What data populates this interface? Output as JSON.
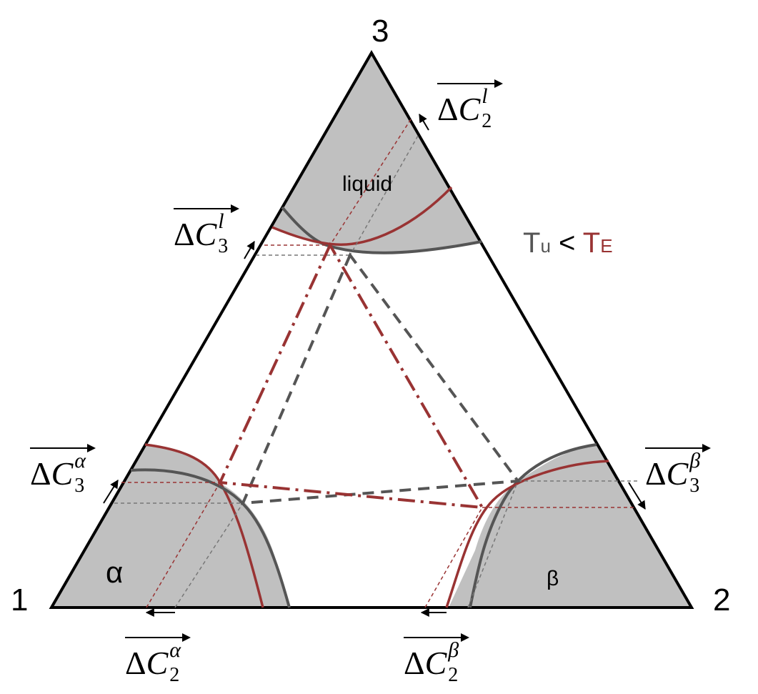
{
  "diagram": {
    "vertices": {
      "v1": "1",
      "v2": "2",
      "v3": "3"
    },
    "phases": {
      "liquid": "liquid",
      "alpha": "α",
      "beta": "β"
    },
    "legend": {
      "t_u": "T",
      "t_u_sub": "u",
      "lt": " < ",
      "t_e": "T",
      "t_e_sub": "E"
    },
    "vectors": {
      "dc2_l": {
        "sym": "Δ",
        "c": "C",
        "sup": "l",
        "sub": "2"
      },
      "dc3_l": {
        "sym": "Δ",
        "c": "C",
        "sup": "l",
        "sub": "3"
      },
      "dc3_alpha": {
        "sym": "Δ",
        "c": "C",
        "sup": "α",
        "sub": "3"
      },
      "dc3_beta": {
        "sym": "Δ",
        "c": "C",
        "sup": "β",
        "sub": "3"
      },
      "dc2_alpha": {
        "sym": "Δ",
        "c": "C",
        "sup": "α",
        "sub": "2"
      },
      "dc2_beta": {
        "sym": "Δ",
        "c": "C",
        "sup": "β",
        "sub": "2"
      }
    },
    "colors": {
      "gray_curve": "#555555",
      "red_curve": "#993333",
      "region_fill": "#c0c0c0",
      "edge": "#000000"
    }
  }
}
